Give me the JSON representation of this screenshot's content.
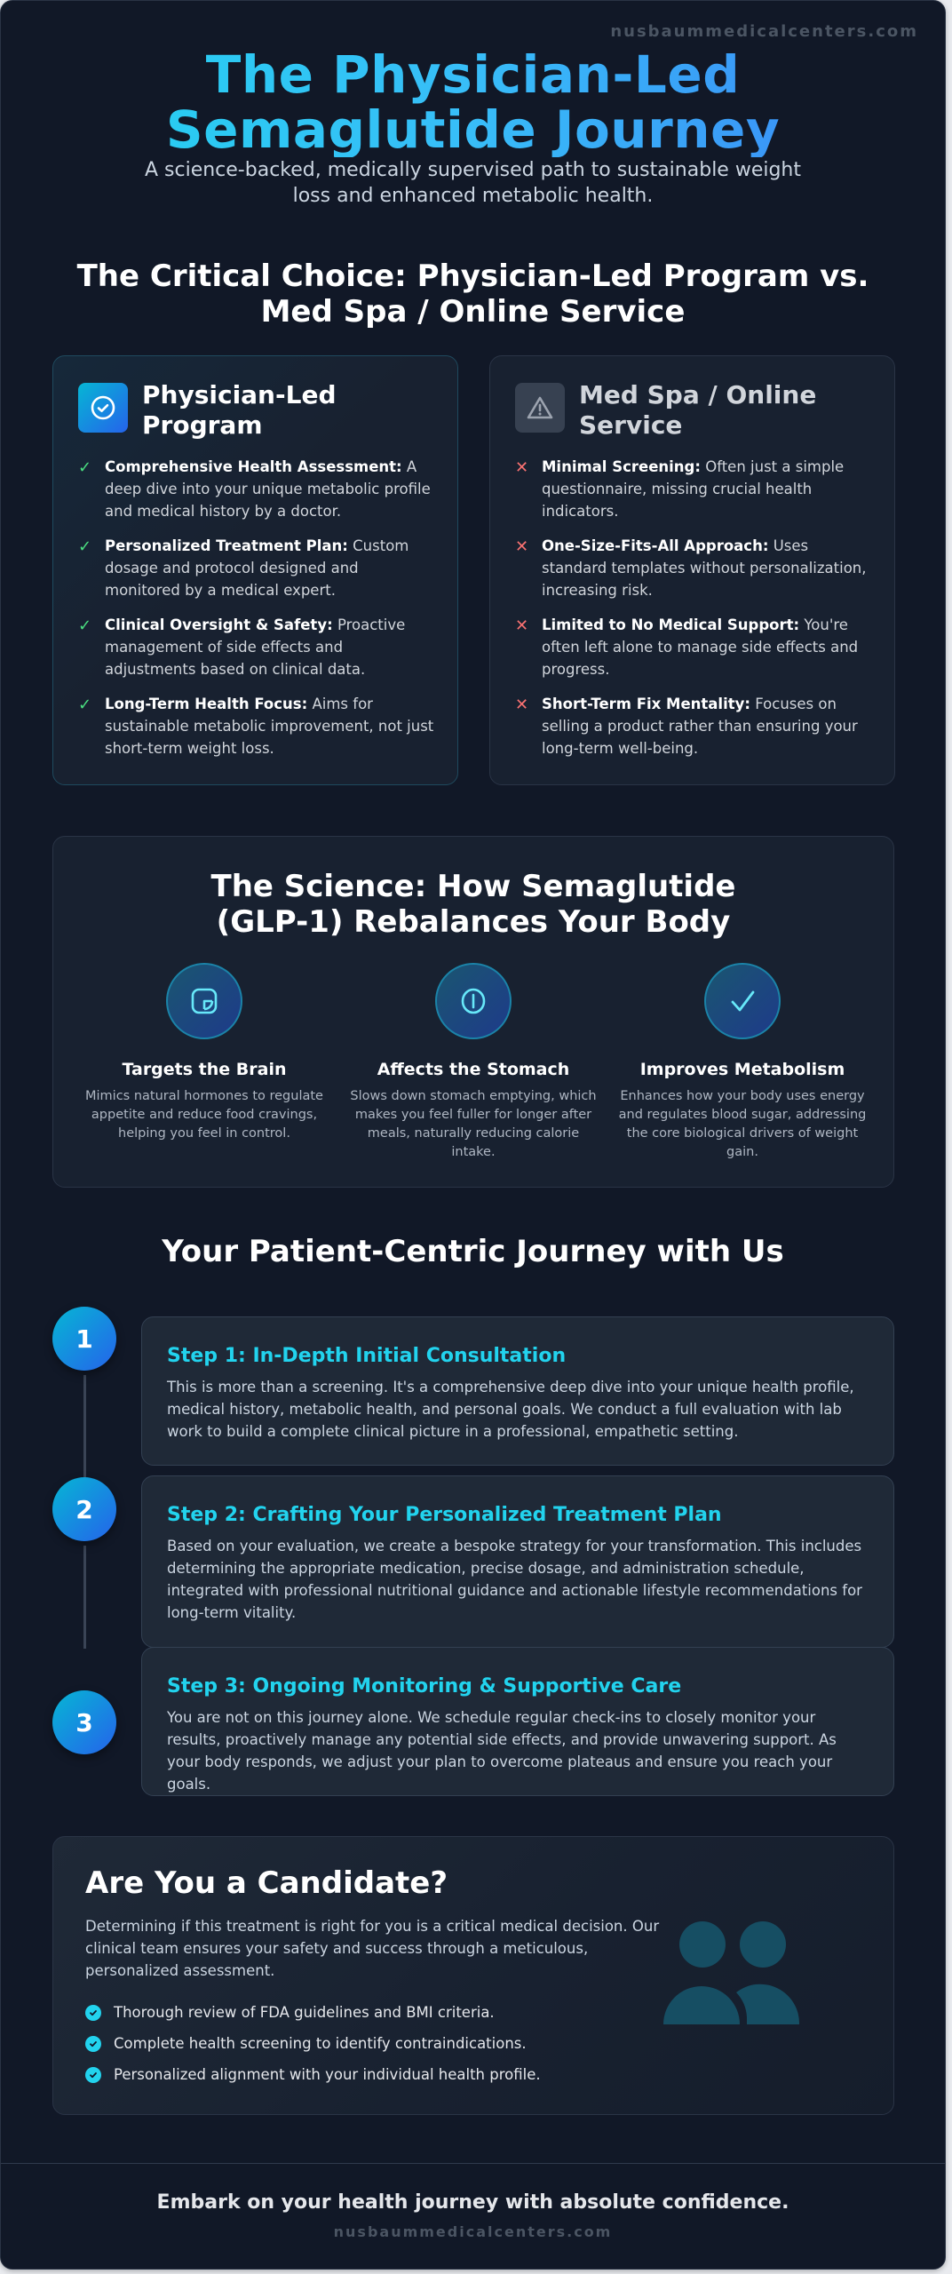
{
  "header": {
    "domain": "nusbaummedicalcenters.com",
    "title": "The Physician-Led Semaglutide Journey",
    "subtitle": "A science-backed, medically supervised path to sustainable weight loss and enhanced metabolic health."
  },
  "comparison": {
    "heading": "The Critical Choice: Physician-Led Program vs. Med Spa / Online Service",
    "physician": {
      "title": "Physician-Led Program",
      "icon": "check-circle-icon",
      "items": [
        {
          "label": "Comprehensive Health Assessment:",
          "text": "A deep dive into your unique metabolic profile and medical history by a doctor."
        },
        {
          "label": "Personalized Treatment Plan:",
          "text": "Custom dosage and protocol designed and monitored by a medical expert."
        },
        {
          "label": "Clinical Oversight & Safety:",
          "text": "Proactive management of side effects and adjustments based on clinical data."
        },
        {
          "label": "Long-Term Health Focus:",
          "text": "Aims for sustainable metabolic improvement, not just short-term weight loss."
        }
      ]
    },
    "medspa": {
      "title": "Med Spa / Online Service",
      "icon": "warning-triangle-icon",
      "items": [
        {
          "label": "Minimal Screening:",
          "text": "Often just a simple questionnaire, missing crucial health indicators."
        },
        {
          "label": "One-Size-Fits-All Approach:",
          "text": "Uses standard templates without personalization, increasing risk."
        },
        {
          "label": "Limited to No Medical Support:",
          "text": "You're often left alone to manage side effects and progress."
        },
        {
          "label": "Short-Term Fix Mentality:",
          "text": "Focuses on selling a product rather than ensuring your long-term well-being."
        }
      ]
    }
  },
  "science": {
    "heading": "The Science: How Semaglutide (GLP-1) Rebalances Your Body",
    "items": [
      {
        "icon": "brain-icon",
        "title": "Targets the Brain",
        "text": "Mimics natural hormones to regulate appetite and reduce food cravings, helping you feel in control."
      },
      {
        "icon": "stomach-icon",
        "title": "Affects the Stomach",
        "text": "Slows down stomach emptying, which makes you feel fuller for longer after meals, naturally reducing calorie intake."
      },
      {
        "icon": "check-icon",
        "title": "Improves Metabolism",
        "text": "Enhances how your body uses energy and regulates blood sugar, addressing the core biological drivers of weight gain."
      }
    ]
  },
  "journey": {
    "heading": "Your Patient-Centric Journey with Us",
    "steps": [
      {
        "num": "1",
        "title": "Step 1: In-Depth Initial Consultation",
        "text": "This is more than a screening. It's a comprehensive deep dive into your unique health profile, medical history, metabolic health, and personal goals. We conduct a full evaluation with lab work to build a complete clinical picture in a professional, empathetic setting."
      },
      {
        "num": "2",
        "title": "Step 2: Crafting Your Personalized Treatment Plan",
        "text": "Based on your evaluation, we create a bespoke strategy for your transformation. This includes determining the appropriate medication, precise dosage, and administration schedule, integrated with professional nutritional guidance and actionable lifestyle recommendations for long-term vitality."
      },
      {
        "num": "3",
        "title": "Step 3: Ongoing Monitoring & Supportive Care",
        "text": "You are not on this journey alone. We schedule regular check-ins to closely monitor your results, proactively manage any potential side effects, and provide unwavering support. As your body responds, we adjust your plan to overcome plateaus and ensure you reach your goals."
      }
    ]
  },
  "candidate": {
    "title": "Are You a Candidate?",
    "description": "Determining if this treatment is right for you is a critical medical decision. Our clinical team ensures your safety and success through a meticulous, personalized assessment.",
    "items": [
      "Thorough review of FDA guidelines and BMI criteria.",
      "Complete health screening to identify contraindications.",
      "Personalized alignment with your individual health profile."
    ],
    "icon": "users-icon"
  },
  "footer": {
    "tagline": "Embark on your health journey with absolute confidence.",
    "domain": "nusbaummedicalcenters.com"
  },
  "colors": {
    "background": "#111827",
    "accent_cyan": "#22d3ee",
    "accent_blue": "#3b82f6",
    "check_green": "#4ade80",
    "cross_red": "#f87171",
    "people_icon": "#164e63"
  }
}
